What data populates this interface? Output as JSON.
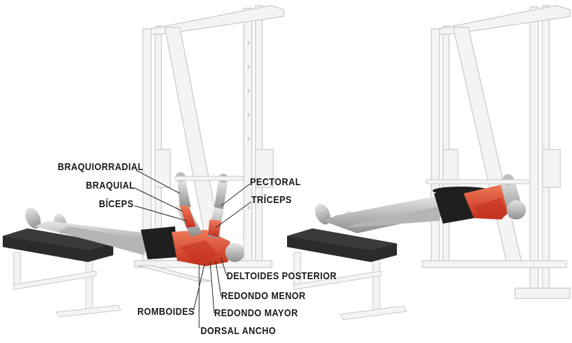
{
  "colors": {
    "frame": "#f4f4f4",
    "frame_edge": "#c8c8c8",
    "bench_pad": "#2b2b2b",
    "skin": "#cfcfcf",
    "skin_shadow": "#9a9a9a",
    "muscle": "#e4573b",
    "muscle_dark": "#c2301c",
    "shorts": "#1f1f1f",
    "label_text": "#1a1a1a",
    "leader_line": "#222222"
  },
  "labels": {
    "braquiorradial": "BRAQUIORRADIAL",
    "braquial": "BRAQUIAL",
    "biceps": "BÍCEPS",
    "pectoral": "PECTORAL",
    "triceps": "TRÍCEPS",
    "deltoides_posterior": "DELTOIDES POSTERIOR",
    "redondo_menor": "REDONDO MENOR",
    "redondo_mayor": "REDONDO MAYOR",
    "romboides": "ROMBOIDES",
    "dorsal_ancho": "DORSAL ANCHO"
  },
  "icons": {
    "start_position": "inverted-row-start-figure",
    "end_position": "inverted-row-end-figure"
  }
}
